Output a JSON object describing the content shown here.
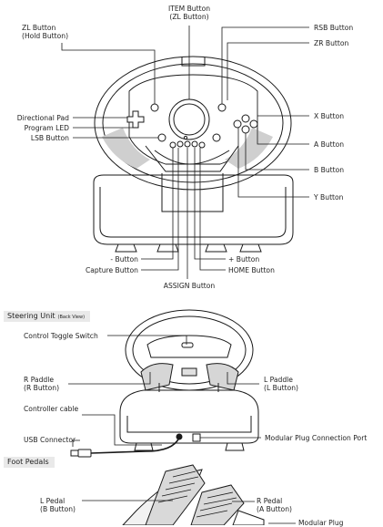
{
  "top_diagram": {
    "labels": {
      "item_button": "ITEM Button",
      "item_button_sub": "(ZL Button)",
      "zl_button": "ZL Button",
      "zl_button_sub": "(Hold Button)",
      "rsb_button": "RSB Button",
      "zr_button": "ZR Button",
      "directional_pad": "Directional Pad",
      "program_led": "Program LED",
      "lsb_button": "LSB Button",
      "x_button": "X Button",
      "a_button": "A Button",
      "b_button": "B Button",
      "y_button": "Y Button",
      "minus_button": "- Button",
      "plus_button": "+ Button",
      "capture_button": "Capture Button",
      "home_button": "HOME Button",
      "assign_button": "ASSIGN Button"
    }
  },
  "steering_section": {
    "title": "Steering Unit",
    "subtitle": "(Back View)",
    "labels": {
      "control_toggle_switch": "Control Toggle Switch",
      "r_paddle": "R Paddle",
      "r_paddle_sub": "(R Button)",
      "l_paddle": "L Paddle",
      "l_paddle_sub": "(L Button)",
      "controller_cable": "Controller cable",
      "usb_connector": "USB Connector",
      "modular_plug_port": "Modular Plug Connection Port"
    }
  },
  "pedals_section": {
    "title": "Foot Pedals",
    "labels": {
      "l_pedal": "L Pedal",
      "l_pedal_sub": "(B Button)",
      "r_pedal": "R Pedal",
      "r_pedal_sub": "(A Button)",
      "modular_plug": "Modular Plug"
    }
  },
  "colors": {
    "line": "#1a1a1a",
    "tab_bg": "#e9e9e9",
    "background": "#ffffff"
  }
}
